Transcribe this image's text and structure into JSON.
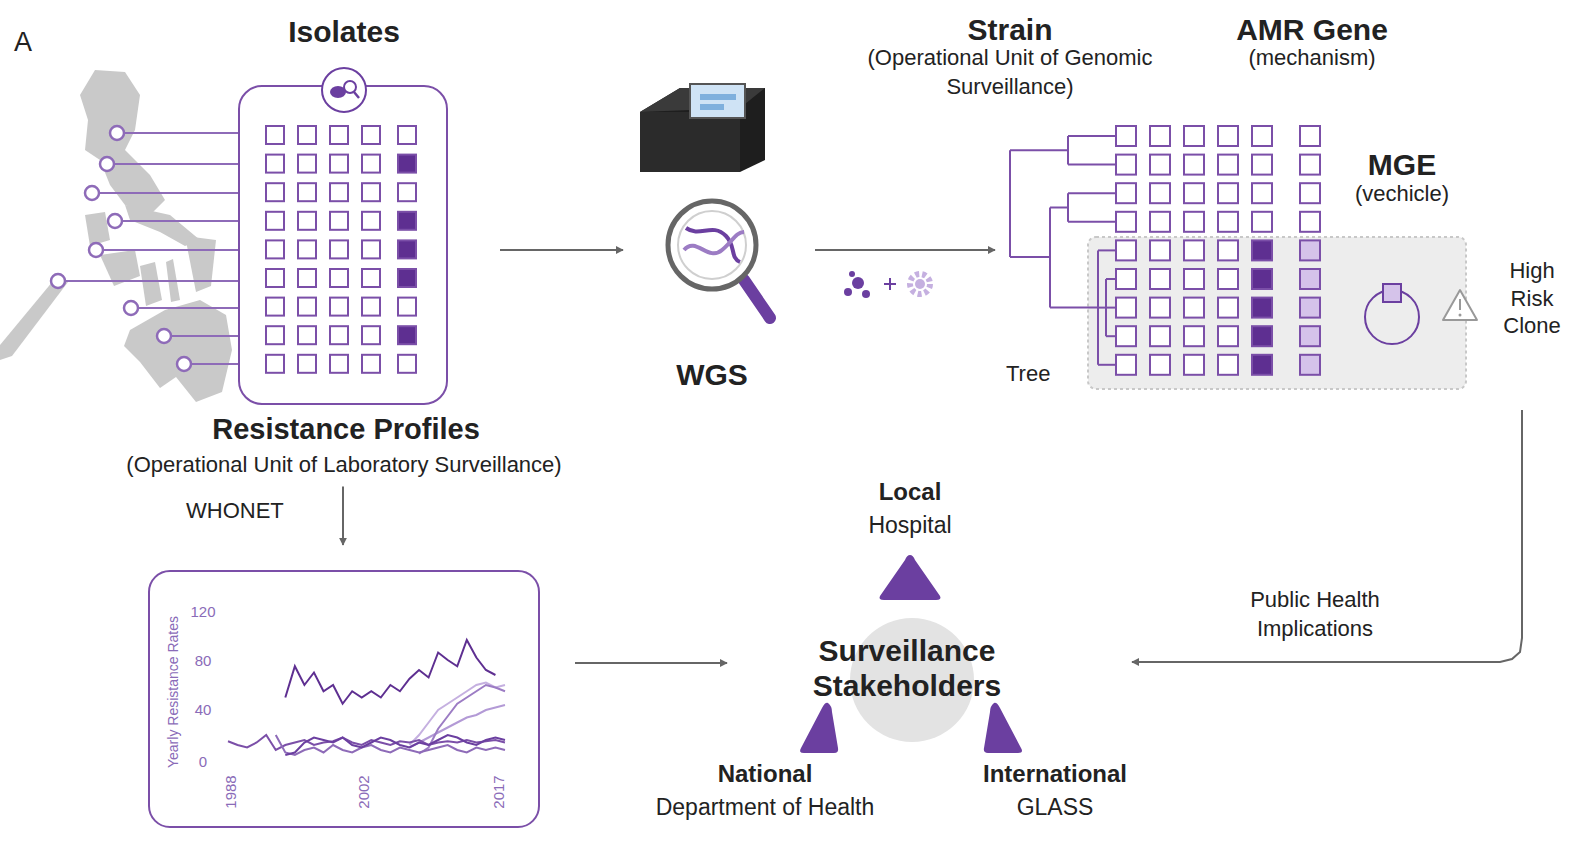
{
  "diagram": {
    "nodes": [
      {
        "text": [
          "Isolates",
          "Resistance Profiles",
          "(Operational Unit of Laboratory Surveillance)"
        ]
      },
      {
        "text": [
          "WGS"
        ]
      },
      {
        "text": [
          "Strain",
          "(Operational Unit of Genomic Surveillance)",
          "AMR Gene",
          "(mechanism)",
          "MGE",
          "(vechicle)",
          "High Risk Clone",
          "Tree"
        ]
      },
      {
        "text": [
          "Yearly Resistance Rates",
          "120",
          "80",
          "40",
          "0",
          "1988",
          "2002",
          "2017"
        ]
      },
      {
        "text": [
          "Surveillance Stakeholders"
        ]
      },
      {
        "text": [
          "Local",
          "Hospital"
        ]
      },
      {
        "text": [
          "National",
          "Department of Health"
        ]
      },
      {
        "text": [
          "International",
          "GLASS"
        ]
      }
    ],
    "edges": [
      {
        "from": 0,
        "to": 1,
        "arrow": "to"
      },
      {
        "from": 1,
        "to": 2,
        "arrow": "to"
      },
      {
        "from": 0,
        "to": 3,
        "label": "WHONET",
        "arrow": "to"
      },
      {
        "from": 3,
        "to": 4,
        "arrow": "to"
      },
      {
        "from": 2,
        "to": 4,
        "label": "Public Health Implications",
        "arrow": "to"
      }
    ],
    "labels": [
      "A"
    ]
  }
}
